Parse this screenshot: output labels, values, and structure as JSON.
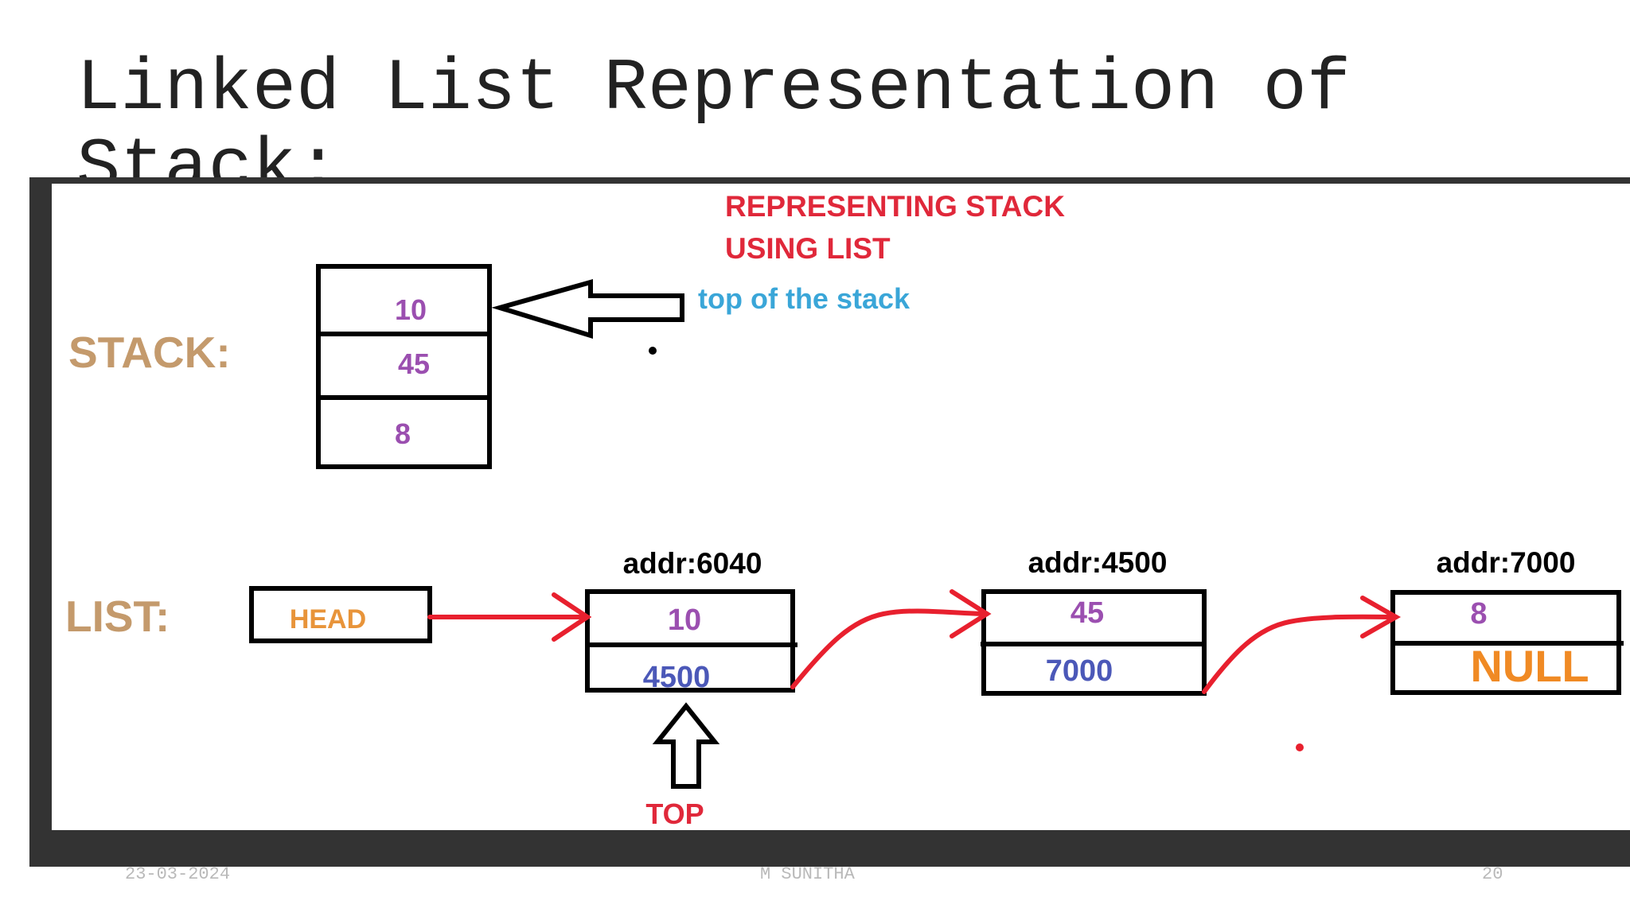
{
  "slide": {
    "title": "Linked List Representation of Stack:",
    "footer_date": "23-03-2024",
    "footer_author": "M SUNITHA",
    "footer_page": "20"
  },
  "diagram": {
    "heading_line1": "REPRESENTING STACK",
    "heading_line2": "USING LIST",
    "stack_label": "STACK:",
    "stack_values": [
      "10",
      "45",
      "8"
    ],
    "top_of_stack_label": "top of the stack",
    "list_label": "LIST:",
    "head_label": "HEAD",
    "nodes": [
      {
        "addr": "addr:6040",
        "data": "10",
        "next": "4500"
      },
      {
        "addr": "addr:4500",
        "data": "45",
        "next": "7000"
      },
      {
        "addr": "addr:7000",
        "data": "8",
        "next": "NULL"
      }
    ],
    "top_label": "TOP"
  },
  "colors": {
    "heading": "#e0283a",
    "label_tan": "#c49a6c",
    "value_purple": "#9b4fb0",
    "pointer_blue": "#4b58b8",
    "top_of_stack": "#3aa6d8",
    "null_orange": "#f08a24",
    "head_orange": "#e8943a",
    "arrow_red": "#e8202e"
  }
}
